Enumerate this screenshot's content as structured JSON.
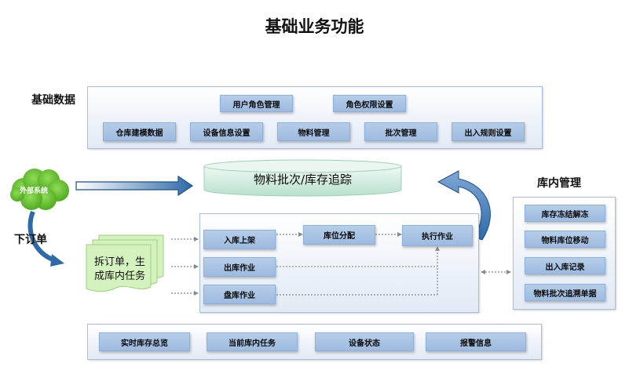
{
  "title": "基础业务功能",
  "basic_data": {
    "label": "基础数据",
    "row1": [
      "用户角色管理",
      "角色权限设置"
    ],
    "row2": [
      "仓库建模数据",
      "设备信息设置",
      "物料管理",
      "批次管理",
      "出入规则设置"
    ]
  },
  "external": {
    "cloud": "外部系统",
    "order_label": "下订单",
    "doc_lines": [
      "拆订单，生",
      "成库内任务"
    ]
  },
  "tracking": "物料批次/库存追踪",
  "inventory_mgmt": {
    "label": "库内管理",
    "items": [
      "库存冻结解冻",
      "物料库位移动",
      "出入库记录",
      "物料批次追溯单据"
    ]
  },
  "operations": {
    "inbound": "入库上架",
    "location": "库位分配",
    "execute": "执行作业",
    "outbound": "出库作业",
    "stocktake": "盘库作业"
  },
  "bottom": [
    "实时库存总览",
    "当前库内任务",
    "设备状态",
    "报警信息"
  ],
  "colors": {
    "box_fill": "#a9c5e6",
    "arrow_blue": "#2e6aa8",
    "cloud_green": "#5fbf2a",
    "doc_green": "#d4f2bd",
    "cylinder": "#d8f0e6"
  }
}
